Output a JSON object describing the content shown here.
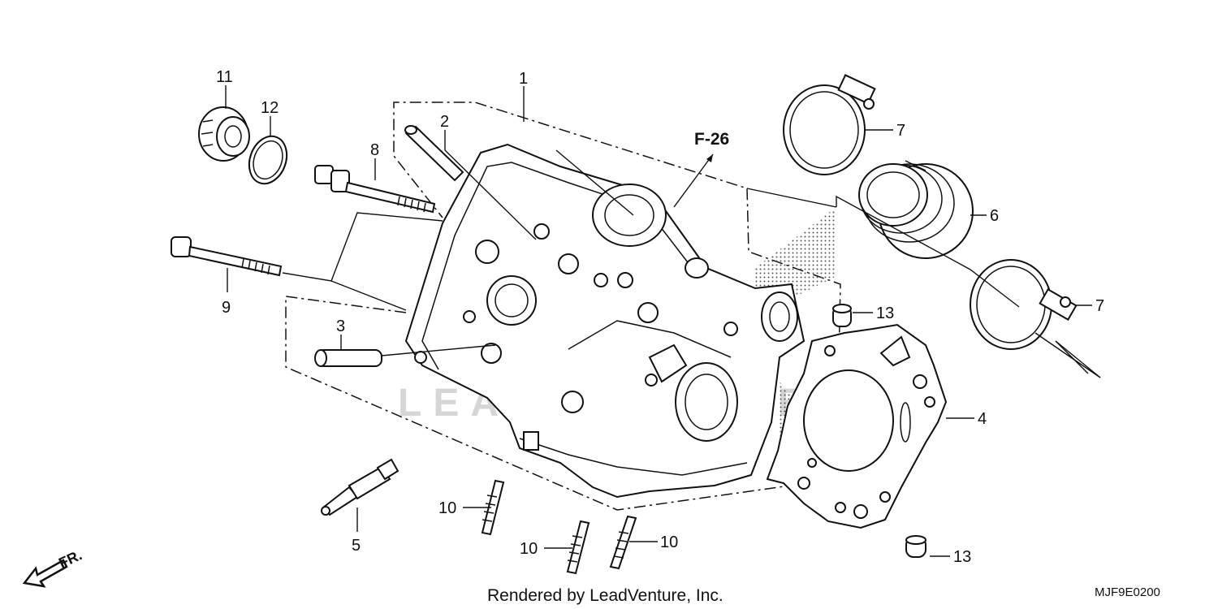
{
  "diagram": {
    "reference_label": "F-26",
    "direction_label": "FR.",
    "watermark": "LEADVENTURE",
    "footer_text": "Rendered by LeadVenture, Inc.",
    "diagram_code": "MJF9E0200",
    "callouts": {
      "c1": "1",
      "c2": "2",
      "c3": "3",
      "c4": "4",
      "c5": "5",
      "c6": "6",
      "c7a": "7",
      "c7b": "7",
      "c8": "8",
      "c9": "9",
      "c10a": "10",
      "c10b": "10",
      "c10c": "10",
      "c11": "11",
      "c12": "12",
      "c13a": "13",
      "c13b": "13"
    }
  }
}
